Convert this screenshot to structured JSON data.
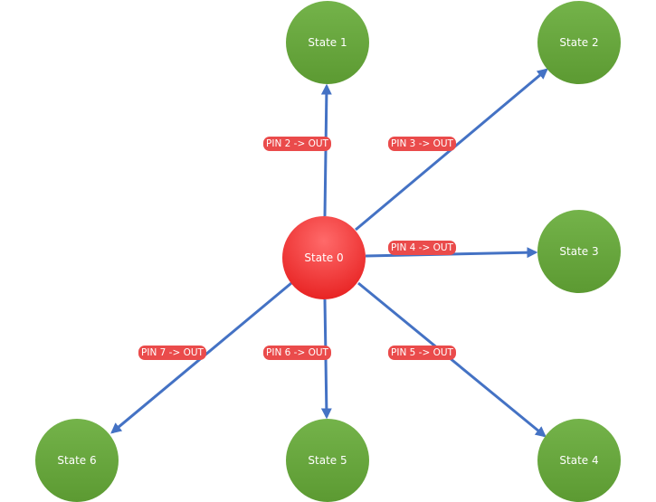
{
  "diagram": {
    "colors": {
      "initial_state": "#f03a3a",
      "state": "#66a53c",
      "edge": "#4472c4",
      "edge_label": "#ea4b4b"
    },
    "nodes": [
      {
        "id": "s0",
        "label": "State 0"
      },
      {
        "id": "s1",
        "label": "State 1"
      },
      {
        "id": "s2",
        "label": "State 2"
      },
      {
        "id": "s3",
        "label": "State 3"
      },
      {
        "id": "s4",
        "label": "State 4"
      },
      {
        "id": "s5",
        "label": "State 5"
      },
      {
        "id": "s6",
        "label": "State 6"
      }
    ],
    "edges": [
      {
        "from": "s0",
        "to": "s1",
        "label": "PIN 2 -> OUT"
      },
      {
        "from": "s0",
        "to": "s2",
        "label": "PIN 3 -> OUT"
      },
      {
        "from": "s0",
        "to": "s3",
        "label": "PIN 4 -> OUT"
      },
      {
        "from": "s0",
        "to": "s4",
        "label": "PIN 5 -> OUT"
      },
      {
        "from": "s0",
        "to": "s5",
        "label": "PIN 6 -> OUT"
      },
      {
        "from": "s0",
        "to": "s6",
        "label": "PIN 7 -> OUT"
      }
    ]
  }
}
